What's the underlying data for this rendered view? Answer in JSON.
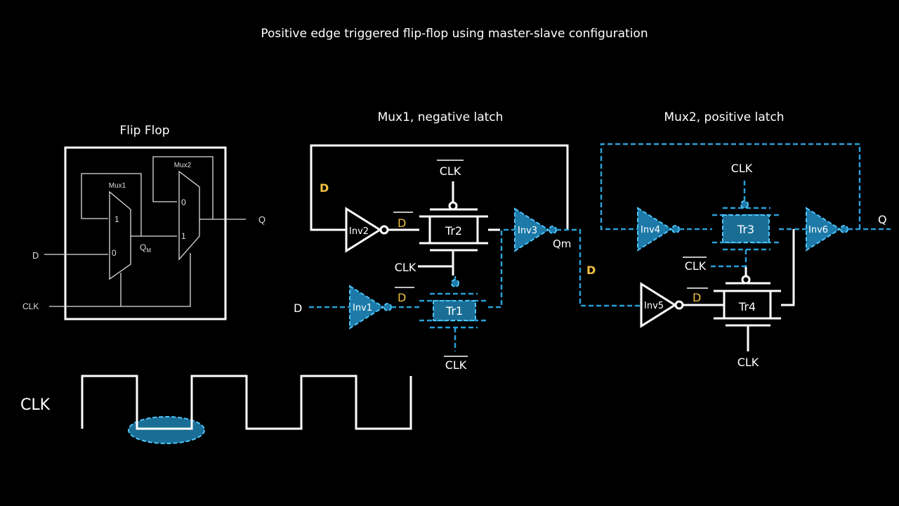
{
  "title": "Positive edge triggered flip-flop using master-slave configuration",
  "block": {
    "heading": "Flip Flop",
    "mux1": "Mux1",
    "mux2": "Mux2",
    "mux1_in1": "1",
    "mux1_in0": "0",
    "mux2_in0": "0",
    "mux2_in1": "1",
    "qm": "Q",
    "qm_sub": "M",
    "input_d": "D",
    "input_clk": "CLK",
    "output_q": "Q"
  },
  "mux1": {
    "heading": "Mux1, negative latch",
    "feedback_label": "D",
    "inv1": "Inv1",
    "inv2": "Inv2",
    "inv3": "Inv3",
    "tr1": "Tr1",
    "tr2": "Tr2",
    "dbar_tr2": "D",
    "dbar_tr1": "D",
    "clkbar_top": "CLK",
    "clk_mid": "CLK",
    "clkbar_bottom": "CLK",
    "input_d": "D",
    "output_qm": "Qm"
  },
  "mux2": {
    "heading": "Mux2, positive latch",
    "link_label": "D",
    "inv4": "Inv4",
    "inv5": "Inv5",
    "inv6": "Inv6",
    "tr3": "Tr3",
    "tr4": "Tr4",
    "clk_top": "CLK",
    "clkbar_mid": "CLK",
    "dbar_tr4": "D",
    "clk_bottom": "CLK",
    "output_q": "Q"
  },
  "waveform": {
    "label": "CLK",
    "levels": [
      1,
      1,
      0,
      0,
      1,
      1,
      0,
      0,
      1,
      1,
      0,
      0
    ],
    "highlight_low_period": 1
  },
  "colors": {
    "background": "#000000",
    "wire": "#ffffff",
    "active_path": "#2a9fd6",
    "signal_label": "#f0c040"
  }
}
